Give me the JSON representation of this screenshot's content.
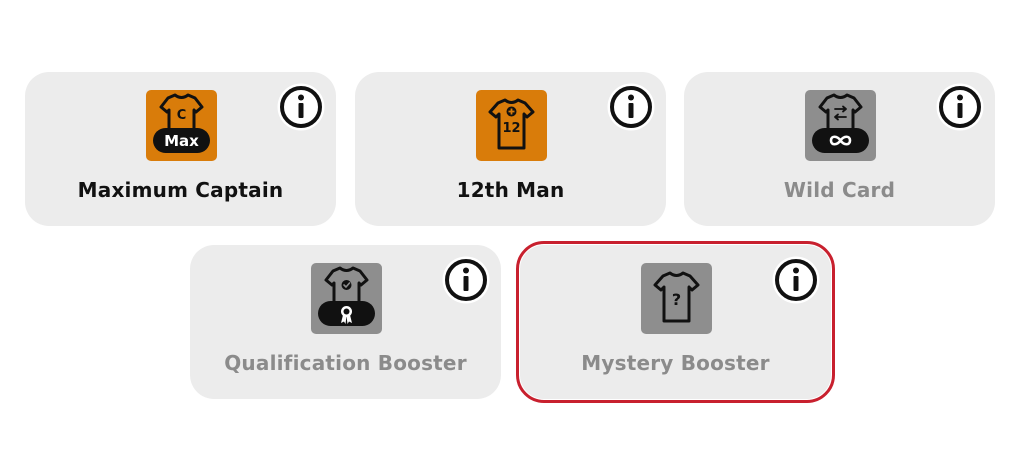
{
  "colors": {
    "card_bg": "#ececec",
    "active_tile": "#d97c0a",
    "inactive_tile": "#8e8e8e",
    "active_label": "#111111",
    "inactive_label": "#8b8b8b",
    "selected_border": "#c8202e"
  },
  "boosters": [
    {
      "label": "Maximum Captain",
      "icon": "max-captain-shirt-icon",
      "shirt_text": "C",
      "badge_text": "Max",
      "state": "active",
      "selected": false
    },
    {
      "label": "12th Man",
      "icon": "twelfth-man-shirt-icon",
      "shirt_text": "12",
      "state": "active",
      "selected": false
    },
    {
      "label": "Wild Card",
      "icon": "wild-card-infinity-icon",
      "state": "inactive",
      "selected": false
    },
    {
      "label": "Qualification Booster",
      "icon": "qualification-ribbon-icon",
      "state": "inactive",
      "selected": false
    },
    {
      "label": "Mystery Booster",
      "icon": "mystery-question-shirt-icon",
      "shirt_text": "?",
      "state": "inactive",
      "selected": true
    }
  ],
  "info_icon": "info-icon"
}
